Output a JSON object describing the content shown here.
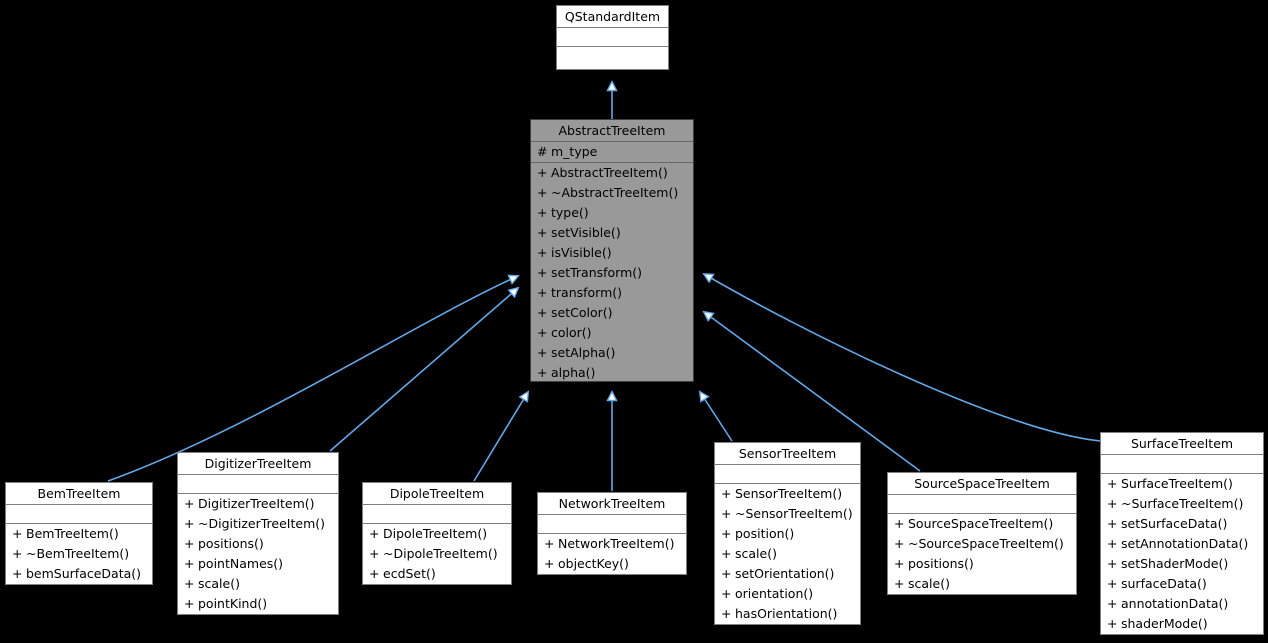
{
  "diagram": {
    "type": "uml-class-inheritance",
    "background_color": "#000000",
    "edge_color": "#63a8e8",
    "highlight_fill": "#999999",
    "node_fill": "#ffffff",
    "border_color": "#808080"
  },
  "nodes": [
    {
      "id": "qstandarditem",
      "name": "QStandardItem",
      "highlighted": false,
      "attributes": [],
      "methods": []
    },
    {
      "id": "abstracttreeitem",
      "name": "AbstractTreeItem",
      "highlighted": true,
      "attributes": [
        {
          "vis": "#",
          "label": "m_type"
        }
      ],
      "methods": [
        {
          "vis": "+",
          "label": "AbstractTreeItem()"
        },
        {
          "vis": "+",
          "label": "~AbstractTreeItem()"
        },
        {
          "vis": "+",
          "label": "type()"
        },
        {
          "vis": "+",
          "label": "setVisible()"
        },
        {
          "vis": "+",
          "label": "isVisible()"
        },
        {
          "vis": "+",
          "label": "setTransform()"
        },
        {
          "vis": "+",
          "label": "transform()"
        },
        {
          "vis": "+",
          "label": "setColor()"
        },
        {
          "vis": "+",
          "label": "color()"
        },
        {
          "vis": "+",
          "label": "setAlpha()"
        },
        {
          "vis": "+",
          "label": "alpha()"
        }
      ]
    },
    {
      "id": "bemtreeitem",
      "name": "BemTreeItem",
      "highlighted": false,
      "attributes": [],
      "methods": [
        {
          "vis": "+",
          "label": "BemTreeItem()"
        },
        {
          "vis": "+",
          "label": "~BemTreeItem()"
        },
        {
          "vis": "+",
          "label": "bemSurfaceData()"
        }
      ]
    },
    {
      "id": "digitizertreeitem",
      "name": "DigitizerTreeItem",
      "highlighted": false,
      "attributes": [],
      "methods": [
        {
          "vis": "+",
          "label": "DigitizerTreeItem()"
        },
        {
          "vis": "+",
          "label": "~DigitizerTreeItem()"
        },
        {
          "vis": "+",
          "label": "positions()"
        },
        {
          "vis": "+",
          "label": "pointNames()"
        },
        {
          "vis": "+",
          "label": "scale()"
        },
        {
          "vis": "+",
          "label": "pointKind()"
        }
      ]
    },
    {
      "id": "dipoletreeitem",
      "name": "DipoleTreeItem",
      "highlighted": false,
      "attributes": [],
      "methods": [
        {
          "vis": "+",
          "label": "DipoleTreeItem()"
        },
        {
          "vis": "+",
          "label": "~DipoleTreeItem()"
        },
        {
          "vis": "+",
          "label": "ecdSet()"
        }
      ]
    },
    {
      "id": "networktreeitem",
      "name": "NetworkTreeItem",
      "highlighted": false,
      "attributes": [],
      "methods": [
        {
          "vis": "+",
          "label": "NetworkTreeItem()"
        },
        {
          "vis": "+",
          "label": "objectKey()"
        }
      ]
    },
    {
      "id": "sensortreeitem",
      "name": "SensorTreeItem",
      "highlighted": false,
      "attributes": [],
      "methods": [
        {
          "vis": "+",
          "label": "SensorTreeItem()"
        },
        {
          "vis": "+",
          "label": "~SensorTreeItem()"
        },
        {
          "vis": "+",
          "label": "position()"
        },
        {
          "vis": "+",
          "label": "scale()"
        },
        {
          "vis": "+",
          "label": "setOrientation()"
        },
        {
          "vis": "+",
          "label": "orientation()"
        },
        {
          "vis": "+",
          "label": "hasOrientation()"
        }
      ]
    },
    {
      "id": "sourcespacetreeitem",
      "name": "SourceSpaceTreeItem",
      "highlighted": false,
      "attributes": [],
      "methods": [
        {
          "vis": "+",
          "label": "SourceSpaceTreeItem()"
        },
        {
          "vis": "+",
          "label": "~SourceSpaceTreeItem()"
        },
        {
          "vis": "+",
          "label": "positions()"
        },
        {
          "vis": "+",
          "label": "scale()"
        }
      ]
    },
    {
      "id": "surfacetreeitem",
      "name": "SurfaceTreeItem",
      "highlighted": false,
      "attributes": [],
      "methods": [
        {
          "vis": "+",
          "label": "SurfaceTreeItem()"
        },
        {
          "vis": "+",
          "label": "~SurfaceTreeItem()"
        },
        {
          "vis": "+",
          "label": "setSurfaceData()"
        },
        {
          "vis": "+",
          "label": "setAnnotationData()"
        },
        {
          "vis": "+",
          "label": "setShaderMode()"
        },
        {
          "vis": "+",
          "label": "surfaceData()"
        },
        {
          "vis": "+",
          "label": "annotationData()"
        },
        {
          "vis": "+",
          "label": "shaderMode()"
        }
      ]
    }
  ],
  "edges": [
    {
      "from": "abstracttreeitem",
      "to": "qstandarditem",
      "kind": "inheritance"
    },
    {
      "from": "bemtreeitem",
      "to": "abstracttreeitem",
      "kind": "inheritance"
    },
    {
      "from": "digitizertreeitem",
      "to": "abstracttreeitem",
      "kind": "inheritance"
    },
    {
      "from": "dipoletreeitem",
      "to": "abstracttreeitem",
      "kind": "inheritance"
    },
    {
      "from": "networktreeitem",
      "to": "abstracttreeitem",
      "kind": "inheritance"
    },
    {
      "from": "sensortreeitem",
      "to": "abstracttreeitem",
      "kind": "inheritance"
    },
    {
      "from": "sourcespacetreeitem",
      "to": "abstracttreeitem",
      "kind": "inheritance"
    },
    {
      "from": "surfacetreeitem",
      "to": "abstracttreeitem",
      "kind": "inheritance"
    }
  ]
}
